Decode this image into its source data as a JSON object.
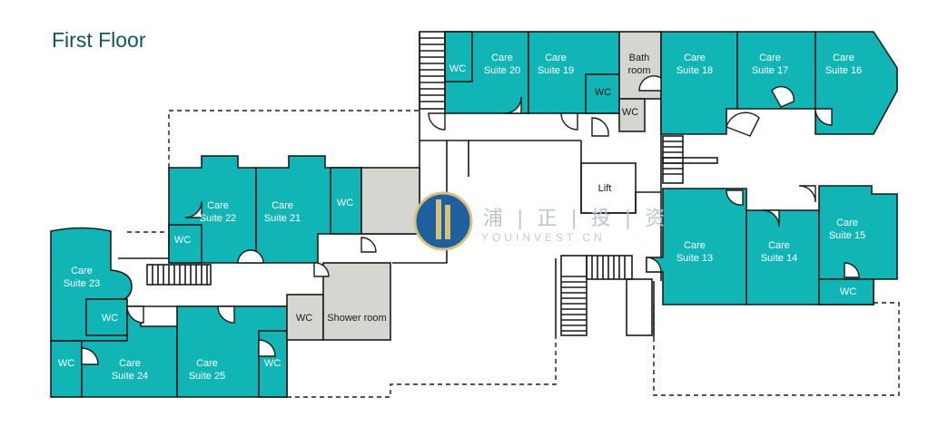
{
  "title": "First Floor",
  "colors": {
    "suite": "#12b5b5",
    "service": "#d5d6cf",
    "title": "#0f5563",
    "wall": "#1a1a1a"
  },
  "rooms": {
    "suite_13": "Care\nSuite 13",
    "suite_14": "Care\nSuite 14",
    "suite_15": "Care\nSuite 15",
    "suite_16": "Care\nSuite 16",
    "suite_17": "Care\nSuite 17",
    "suite_18": "Care\nSuite 18",
    "suite_19": "Care\nSuite 19",
    "suite_20": "Care\nSuite 20",
    "suite_21": "Care\nSuite 21",
    "suite_22": "Care\nSuite 22",
    "suite_23": "Care\nSuite 23",
    "suite_24": "Care\nSuite 24",
    "suite_25": "Care\nSuite 25",
    "wc": "WC",
    "bath_room": "Bath\nroom",
    "shower_room": "Shower room",
    "lift": "Lift"
  },
  "watermark": {
    "cn": "浦 | 正 | 投 | 资",
    "en": "YOUINVEST.CN"
  }
}
